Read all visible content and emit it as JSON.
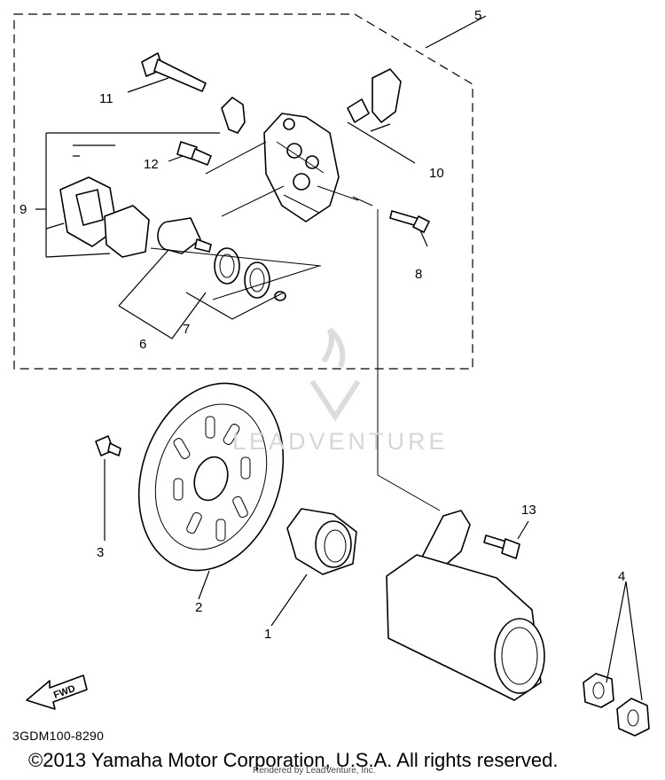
{
  "callouts": [
    "1",
    "2",
    "3",
    "4",
    "5",
    "6",
    "7",
    "8",
    "9",
    "10",
    "11",
    "12",
    "13"
  ],
  "fwd_label": "FWD",
  "diagram_code": "3GDM100-8290",
  "copyright": "©2013 Yamaha Motor Corporation, U.S.A. All rights reserved.",
  "rendered_by": "Rendered by LeadVenture, Inc.",
  "watermark": "LEADVENTURE",
  "colors": {
    "line": "#000000",
    "watermark": "#d6d6d6",
    "background": "#ffffff"
  }
}
